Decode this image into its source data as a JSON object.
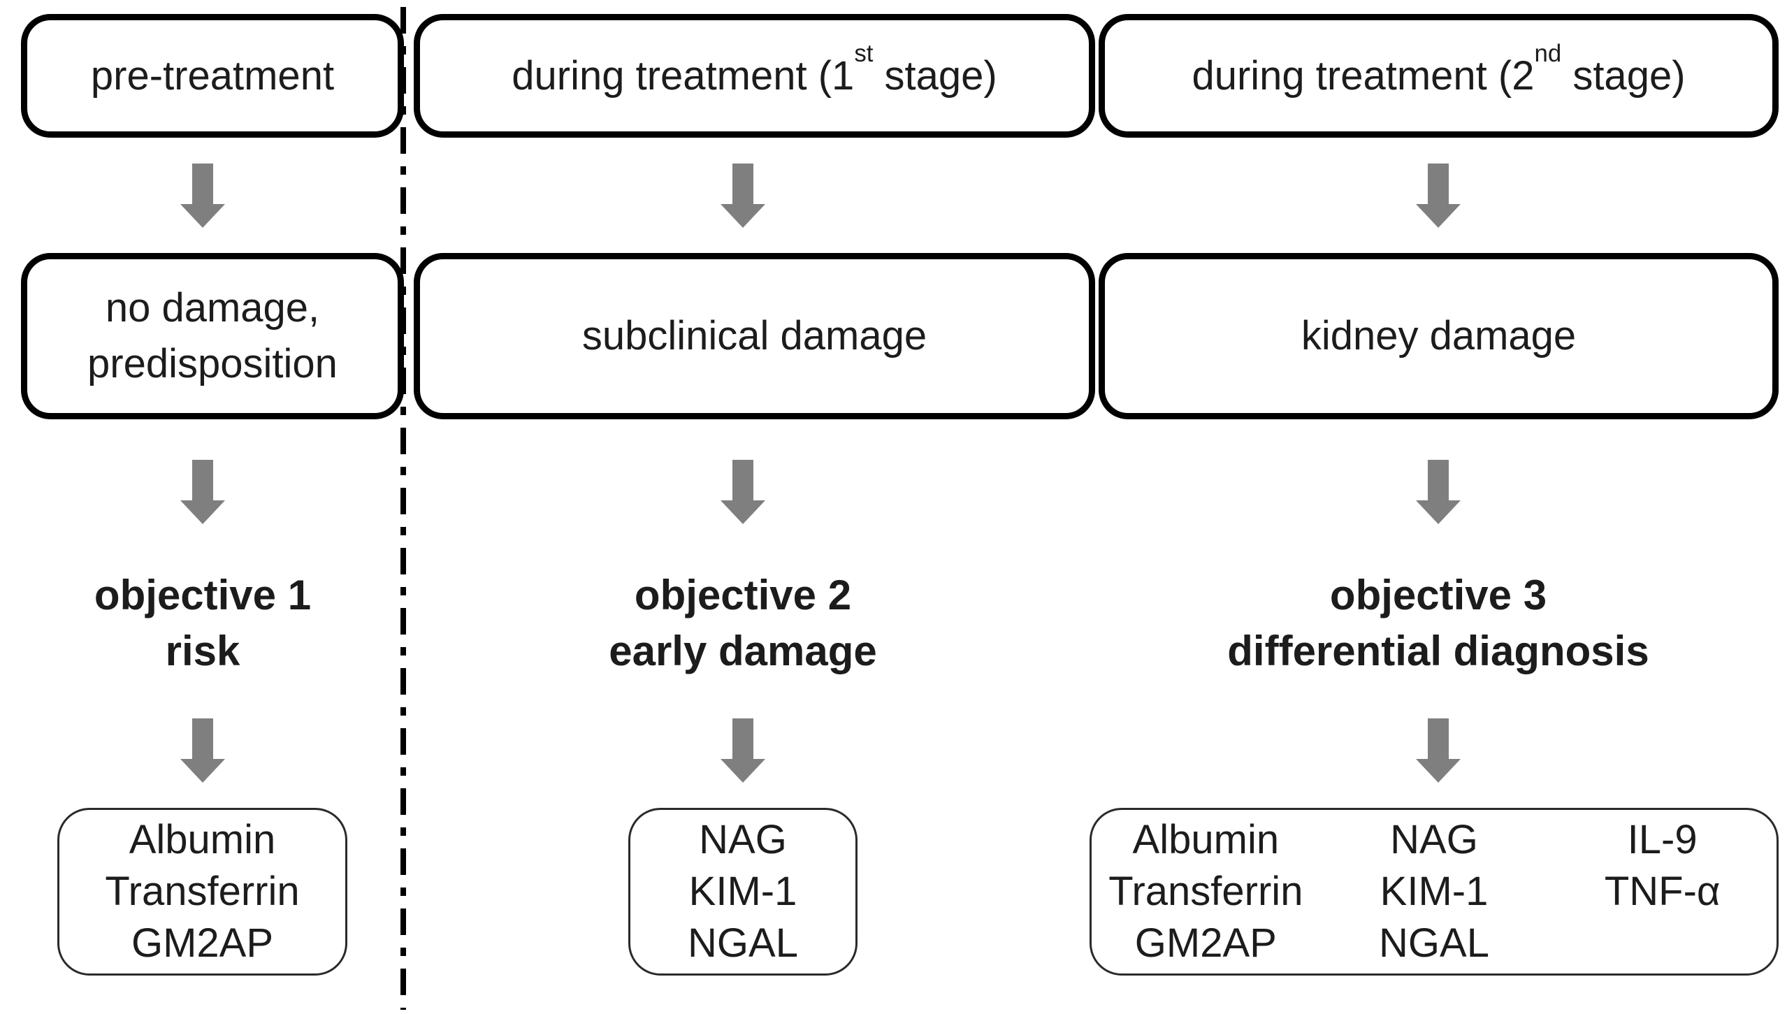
{
  "diagram": {
    "colors": {
      "box_border": "#000000",
      "thin_border": "#2a2a2a",
      "arrow": "#7f7f7f",
      "text": "#1c1c1c",
      "background": "#ffffff"
    },
    "columns": [
      {
        "stage": {
          "prefix": "pre-treatment",
          "sup": "",
          "suffix": ""
        },
        "state": "no damage,\npredisposition",
        "objective": [
          "objective 1",
          "risk"
        ],
        "markers": [
          [
            "Albumin",
            "Transferrin",
            "GM2AP"
          ]
        ]
      },
      {
        "stage": {
          "prefix": "during treatment (1",
          "sup": "st",
          "suffix": " stage)"
        },
        "state": "subclinical damage",
        "objective": [
          "objective 2",
          "early damage"
        ],
        "markers": [
          [
            "NAG",
            "KIM-1",
            "NGAL"
          ]
        ]
      },
      {
        "stage": {
          "prefix": "during treatment (2",
          "sup": "nd",
          "suffix": " stage)"
        },
        "state": "kidney damage",
        "objective": [
          "objective 3",
          "differential diagnosis"
        ],
        "markers": [
          [
            "Albumin",
            "Transferrin",
            "GM2AP"
          ],
          [
            "NAG",
            "KIM-1",
            "NGAL"
          ],
          [
            "IL-9",
            "TNF-α"
          ]
        ]
      }
    ]
  }
}
